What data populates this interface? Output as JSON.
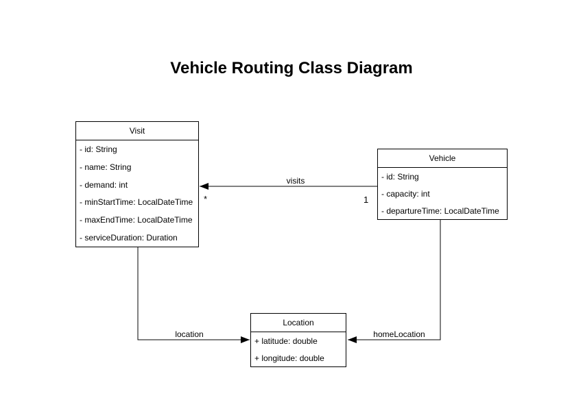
{
  "title": "Vehicle Routing Class Diagram",
  "colors": {
    "line": "#000000",
    "text": "#000000",
    "box_fill": "#ffffff",
    "background": "#ffffff"
  },
  "classes": {
    "visit": {
      "name": "Visit",
      "attributes": [
        "- id: String",
        "- name: String",
        "- demand: int",
        "- minStartTime: LocalDateTime",
        "- maxEndTime: LocalDateTime",
        "- serviceDuration: Duration"
      ]
    },
    "vehicle": {
      "name": "Vehicle",
      "attributes": [
        "- id: String",
        "- capacity: int",
        "- departureTime: LocalDateTime"
      ]
    },
    "location": {
      "name": "Location",
      "attributes": [
        "+ latitude: double",
        "+ longitude: double"
      ]
    }
  },
  "relationships": {
    "visits": {
      "label": "visits",
      "visit_end_multiplicity": "*",
      "vehicle_end_multiplicity": "1"
    },
    "location": {
      "label": "location"
    },
    "home_location": {
      "label": "homeLocation"
    }
  }
}
